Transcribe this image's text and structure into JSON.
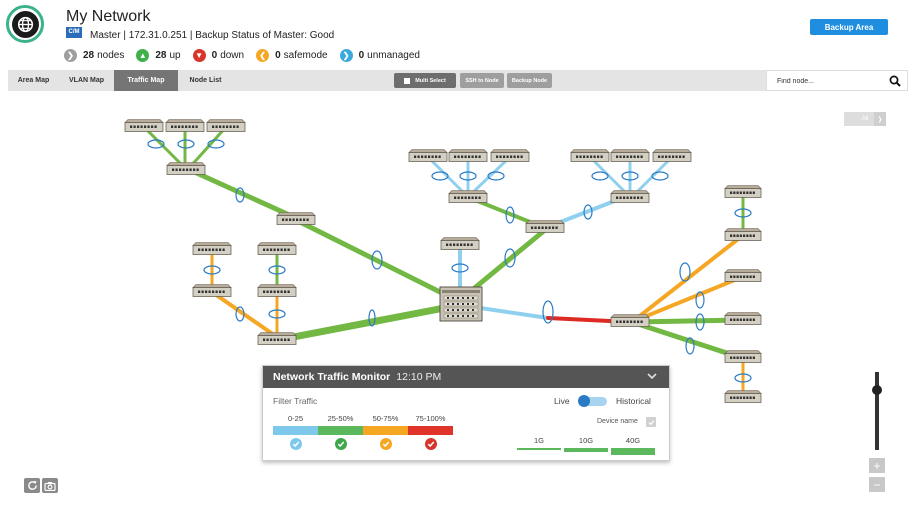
{
  "header": {
    "title": "My Network",
    "badge": "C/M",
    "master_info": "Master | 172.31.0.251 | Backup Status of Master: Good",
    "backup_button": "Backup Area"
  },
  "stats": [
    {
      "count": "28",
      "label": "nodes",
      "color": "#9e9e9e",
      "icon": "chevron-right-icon"
    },
    {
      "count": "28",
      "label": "up",
      "color": "#3fb04a",
      "icon": "arrow-up-icon"
    },
    {
      "count": "0",
      "label": "down",
      "color": "#d9362b",
      "icon": "arrow-down-icon"
    },
    {
      "count": "0",
      "label": "safemode",
      "color": "#f5a623",
      "icon": "chevron-left-icon"
    },
    {
      "count": "0",
      "label": "unmanaged",
      "color": "#3aa9dd",
      "icon": "chevron-right-icon"
    }
  ],
  "tabs": [
    "Area Map",
    "VLAN Map",
    "Traffic Map",
    "Node List"
  ],
  "active_tab": "Traffic Map",
  "toolbar_buttons": [
    "Multi Select",
    "SSH to Node",
    "Backup Node"
  ],
  "search": {
    "placeholder": "Find node..."
  },
  "pager": {
    "label": "All"
  },
  "monitor": {
    "title": "Network Traffic Monitor",
    "time": "12:10 PM",
    "filter_label": "Filter Traffic",
    "ranges": [
      {
        "label": "0-25",
        "color": "#7ec8ec",
        "check_color": "#7ec8ec"
      },
      {
        "label": "25-50%",
        "color": "#5cb85c",
        "check_color": "#3fa64a"
      },
      {
        "label": "50-75%",
        "color": "#f5a623",
        "check_color": "#f5a623"
      },
      {
        "label": "75-100%",
        "color": "#e0342b",
        "check_color": "#d9362b"
      }
    ],
    "live_label": "Live",
    "historical_label": "Historical",
    "device_name_label": "Device name",
    "speeds": [
      "1G",
      "10G",
      "40G"
    ]
  },
  "colors": {
    "accent": "#1f8ee0",
    "link_green": "#72b843",
    "link_blue": "#8fd0ee",
    "link_orange": "#f5a623",
    "link_red": "#dd2a22"
  }
}
